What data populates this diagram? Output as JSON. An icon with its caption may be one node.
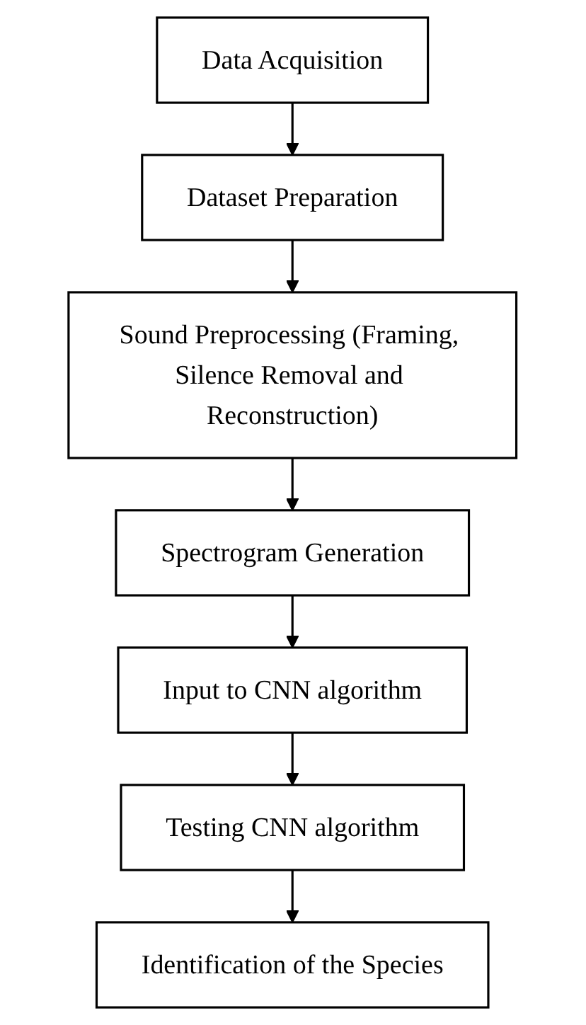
{
  "diagram": {
    "nodes": [
      {
        "text": [
          "Data Acquisition"
        ]
      },
      {
        "text": [
          "Dataset Preparation"
        ]
      },
      {
        "text": [
          "Sound Preprocessing (Framing, Silence Removal and Reconstruction)"
        ]
      },
      {
        "text": [
          "Spectrogram Generation"
        ]
      },
      {
        "text": [
          "Input to CNN algorithm"
        ]
      },
      {
        "text": [
          "Testing CNN algorithm"
        ]
      },
      {
        "text": [
          "Identification of the Species"
        ]
      }
    ],
    "edges": [
      {
        "from": 0,
        "to": 1,
        "arrow": "to"
      },
      {
        "from": 1,
        "to": 2,
        "arrow": "to"
      },
      {
        "from": 2,
        "to": 3,
        "arrow": "to"
      },
      {
        "from": 3,
        "to": 4,
        "arrow": "to"
      },
      {
        "from": 4,
        "to": 5,
        "arrow": "to"
      },
      {
        "from": 5,
        "to": 6,
        "arrow": "to"
      }
    ]
  }
}
